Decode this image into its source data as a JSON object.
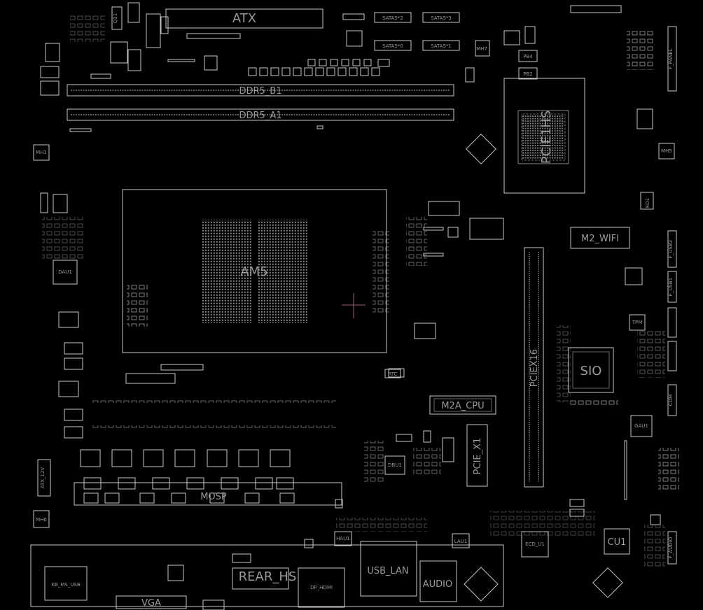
{
  "colors": {
    "background": "#000000",
    "silkscreen": "#c8c8c8",
    "label": "#9a9a9a",
    "accent_marker": "#a06070"
  },
  "labels": {
    "atx": "ATX",
    "sata2": "SATA5*2",
    "sata3": "SATA5*3",
    "sata0": "SATA5*0",
    "sata1": "SATA5*1",
    "ddr5_b1": "DDR5_B1",
    "ddr5_a1": "DDR5_A1",
    "am5": "AM5",
    "pcie_top": "PCIE1HS",
    "m2_wifi": "M2_WIFI",
    "sio": "SIO",
    "pciex16": "PCIEX16",
    "m2a_cpu": "M2A_CPU",
    "pciex1": "PCIE_X1",
    "mosp": "MOSP",
    "rear_hs": "REAR_HS",
    "usb_lan": "USB_LAN",
    "audio": "AUDIO",
    "vga": "VGA",
    "dp_hdmi": "DP_HDMI",
    "kb_ms_usb": "KB_MS_USB",
    "cu1": "CU1",
    "atx_12v": "ATX_12V",
    "f_panel": "F_PANEL",
    "f_audio": "F_AUDIO",
    "com": "COM",
    "f_usb1": "F_USB1",
    "f_usb2": "F_USB2",
    "tpm": "TPM",
    "dau1": "DAU1",
    "dbu1": "DBU1",
    "gau1": "GAU1",
    "ecd_u1": "ECD_U1",
    "hau1": "HAU1",
    "lau1": "LAU1",
    "ko1": "KO1",
    "mh1": "MH1",
    "mh5": "MH5",
    "mh6": "MH6",
    "mh7": "MH7",
    "q31": "Q31",
    "pb4": "PB4",
    "pb2": "PB2",
    "rtc": "RTC"
  }
}
